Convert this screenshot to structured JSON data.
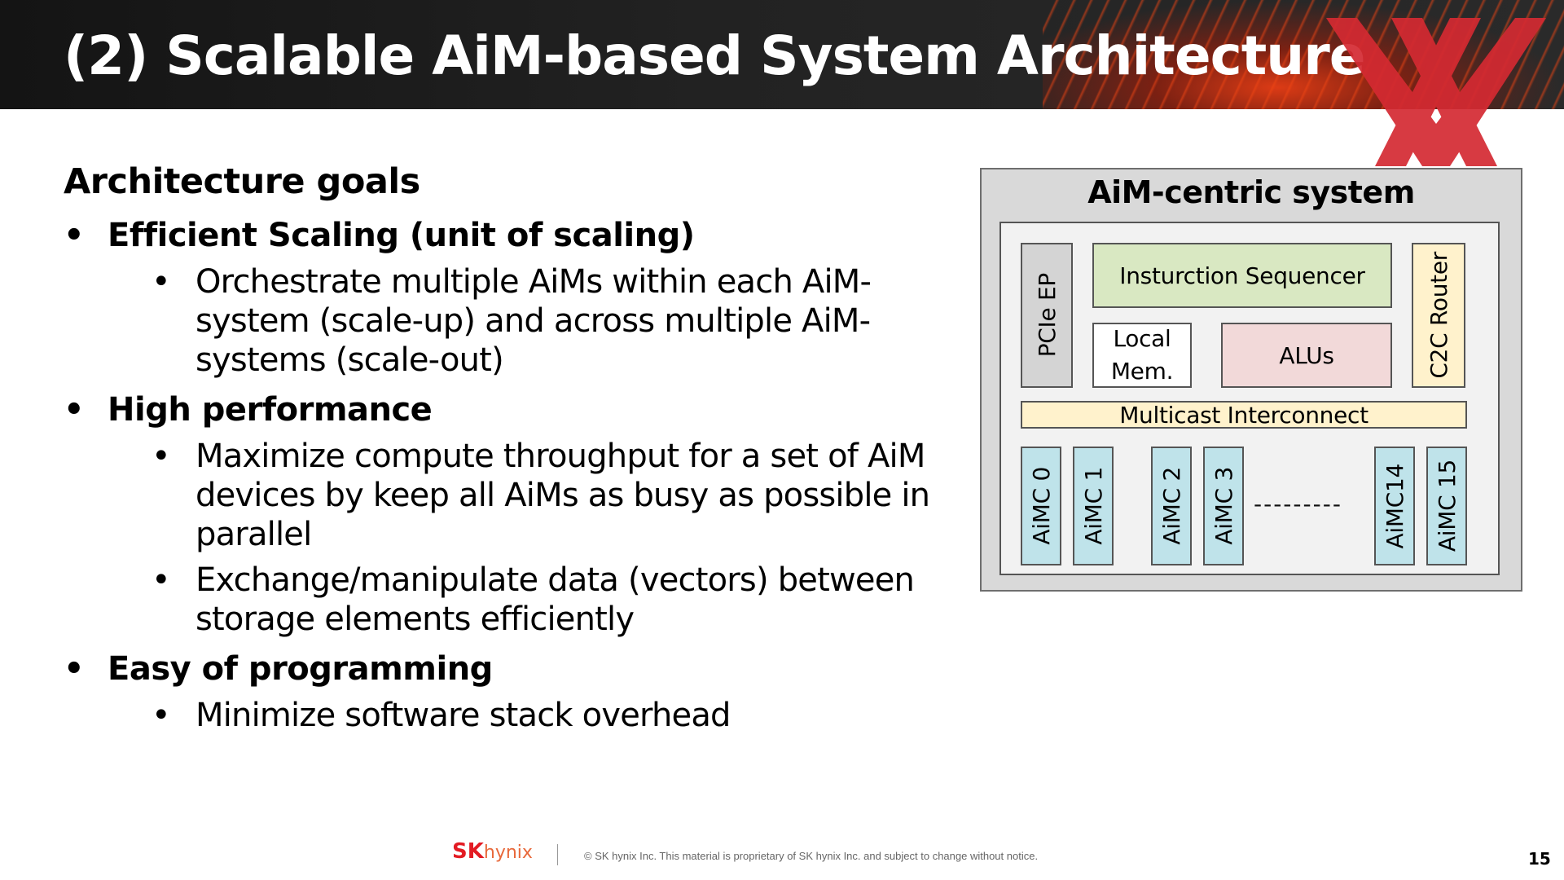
{
  "header": {
    "title": "(2) Scalable AiM-based System Architecture"
  },
  "colors": {
    "header_bg": "#1c1c1c",
    "accent_red": "#e31b23",
    "instr_seq": "#d9e8c2",
    "alus": "#f2d9d9",
    "router": "#fff2cc",
    "multicast": "#fff2cc",
    "aimc": "#bfe3ea",
    "pcie": "#d4d4d4",
    "local_mem": "#ffffff"
  },
  "content": {
    "heading": "Architecture goals",
    "goals": [
      {
        "label": "Efficient Scaling (unit of scaling)",
        "details": [
          [
            "Orchestrate multiple AiMs within each AiM-",
            "system (scale-up) and across multiple AiM-",
            "systems (scale-out)"
          ]
        ]
      },
      {
        "label": "High performance",
        "details": [
          [
            "Maximize compute throughput for a set of AiM",
            "devices by keep all AiMs as busy as possible in",
            "parallel"
          ],
          [
            "Exchange/manipulate data (vectors) between",
            "storage elements efficiently"
          ]
        ]
      },
      {
        "label": "Easy of programming",
        "details": [
          [
            "Minimize software stack overhead"
          ]
        ]
      }
    ]
  },
  "diagram": {
    "title": "AiM-centric system",
    "pcie": "PCIe EP",
    "instruction_sequencer": "Insturction Sequencer",
    "local_mem_line1": "Local",
    "local_mem_line2": "Mem.",
    "alus": "ALUs",
    "c2c_router": "C2C Router",
    "multicast": "Multicast Interconnect",
    "aimc": [
      "AiMC 0",
      "AiMC 1",
      "AiMC 2",
      "AiMC 3",
      "AiMC14",
      "AiMC 15"
    ],
    "ellipsis": "---------"
  },
  "footer": {
    "logo_sk": "SK",
    "logo_hynix": "hynix",
    "notice": "© SK hynix Inc. This material is proprietary of SK hynix Inc. and subject to change without notice.",
    "page_number": "15"
  }
}
